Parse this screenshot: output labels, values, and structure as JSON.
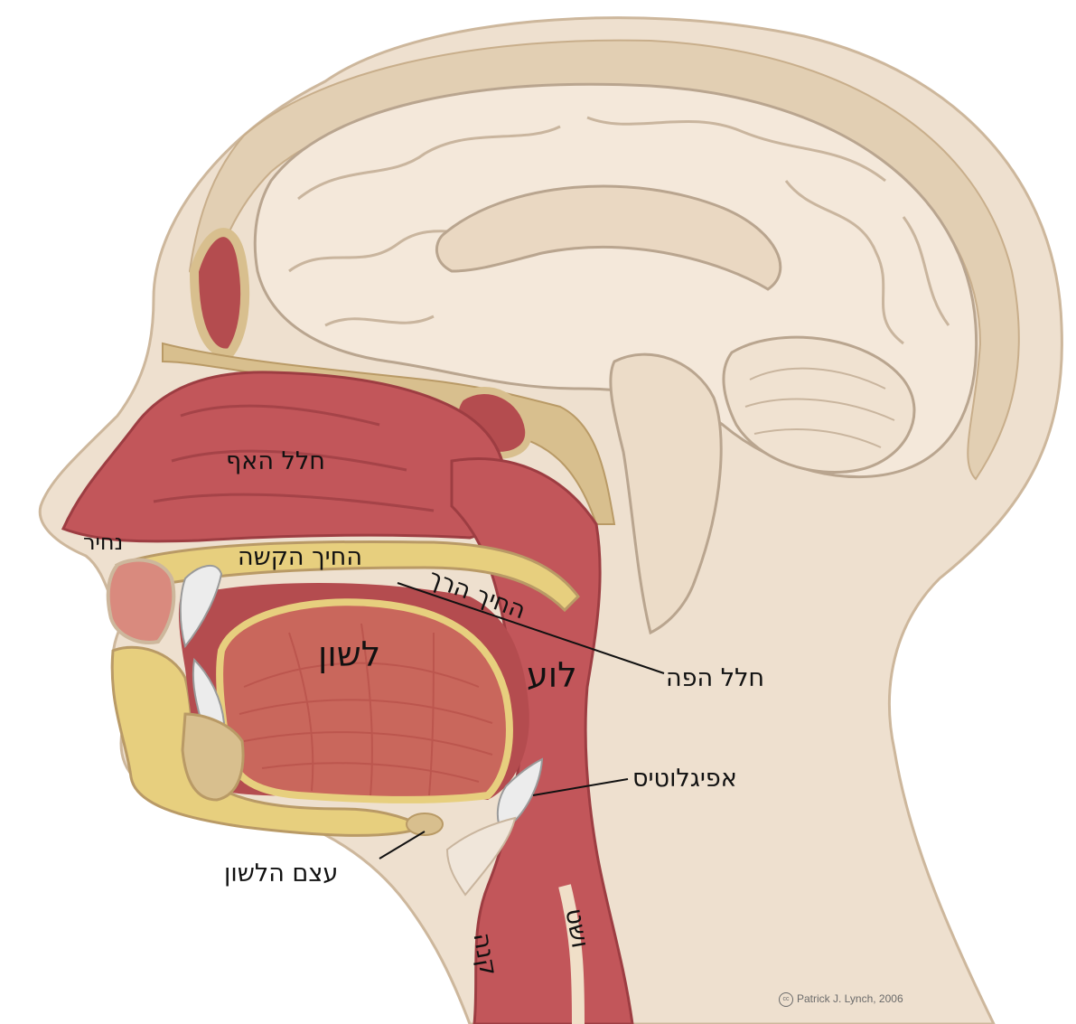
{
  "labels": {
    "nasal_cavity": "חלל האף",
    "nostril": "נחיר",
    "hard_palate": "החיך הקשה",
    "soft_palate": "החיך הרך",
    "tongue": "לשון",
    "pharynx": "לוע",
    "oral_cavity": "חלל הפה",
    "epiglottis": "אפיגלוטיס",
    "hyoid_bone": "עצם הלשון",
    "trachea": "קנה",
    "esophagus": "ושט"
  },
  "credit": {
    "symbol": "cc",
    "text": "Patrick J. Lynch, 2006"
  },
  "colors": {
    "skin": "#eee0cf",
    "skin_edge": "#cdb79c",
    "brain": "#f4e8da",
    "brain_edge": "#b9a58f",
    "bone": "#d8bf8e",
    "cavity": "#c2565a",
    "muscle": "#c9675c",
    "tongue_edge": "#e7cf7e",
    "cartilage": "#ececec",
    "label": "#111111"
  }
}
